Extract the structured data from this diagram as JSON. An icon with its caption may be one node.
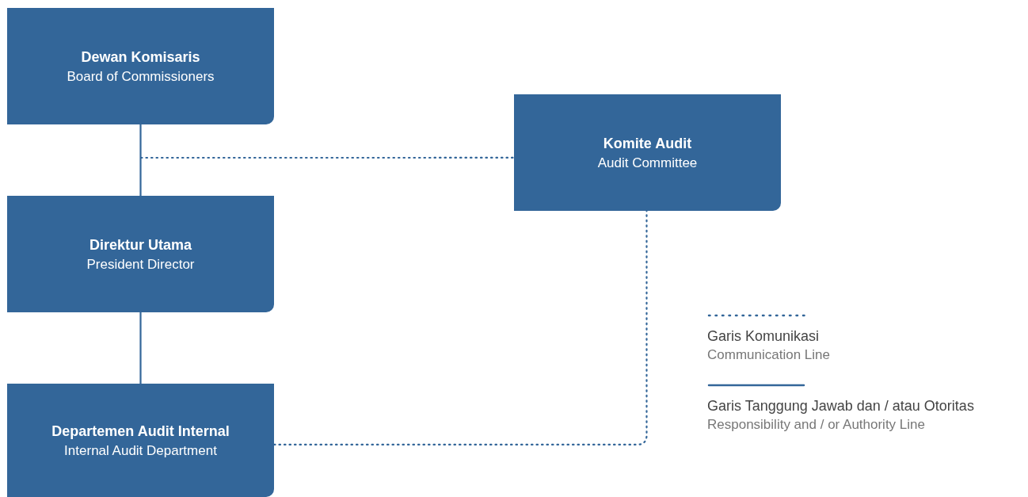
{
  "diagram": {
    "nodes": [
      {
        "text": [
          "Dewan Komisaris",
          "Board of Commissioners"
        ]
      },
      {
        "text": [
          "Komite Audit",
          "Audit Committee"
        ]
      },
      {
        "text": [
          "Direktur Utama",
          "President Director"
        ]
      },
      {
        "text": [
          "Departemen Audit Internal",
          "Internal Audit Department"
        ]
      }
    ],
    "edges": [
      {
        "from": 0,
        "to": 2,
        "arrow": "none"
      },
      {
        "from": 2,
        "to": 3,
        "arrow": "none"
      },
      {
        "from": null,
        "to": 1,
        "arrow": "none",
        "style": "dashed"
      },
      {
        "from": 3,
        "to": 1,
        "arrow": "none",
        "style": "dashed"
      }
    ],
    "labels": [
      "Communication Line",
      "Responsibility and / or Authority Line"
    ],
    "legend": [
      {
        "text": "Garis Komunikasi"
      },
      {
        "text": "Garis Tanggung Jawab dan / atau Otoritas"
      }
    ]
  }
}
